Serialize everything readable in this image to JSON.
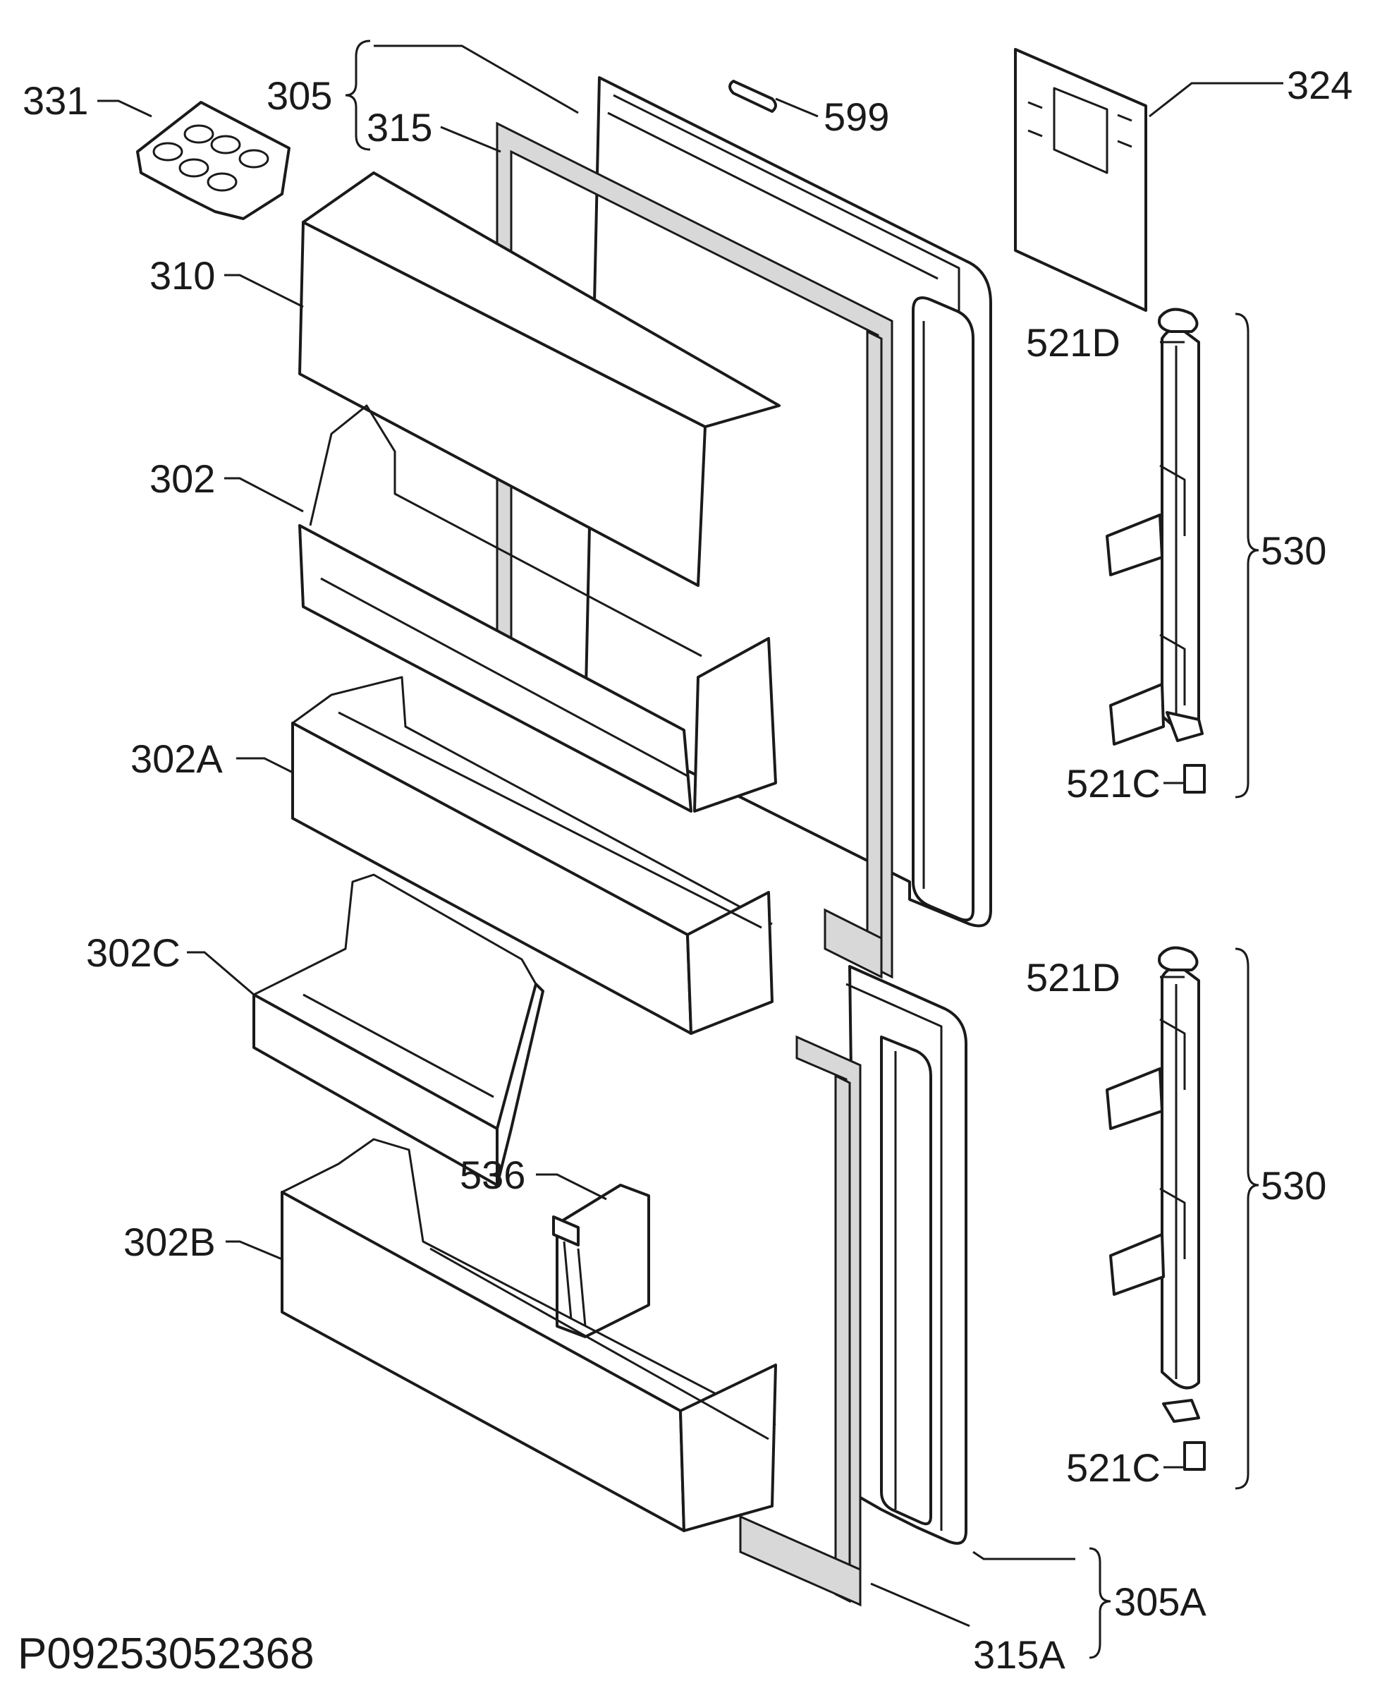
{
  "labels": {
    "l331": "331",
    "l305": "305",
    "l315": "315",
    "l599": "599",
    "l324": "324",
    "l310": "310",
    "l521D_top": "521D",
    "l302": "302",
    "l530_top": "530",
    "l302A": "302A",
    "l521C_top": "521C",
    "l302C": "302C",
    "l521D_bottom": "521D",
    "l536": "536",
    "l530_bottom": "530",
    "l302B": "302B",
    "l521C_bottom": "521C",
    "l305A": "305A",
    "l315A": "315A"
  },
  "drawing_code": "P09253052368"
}
